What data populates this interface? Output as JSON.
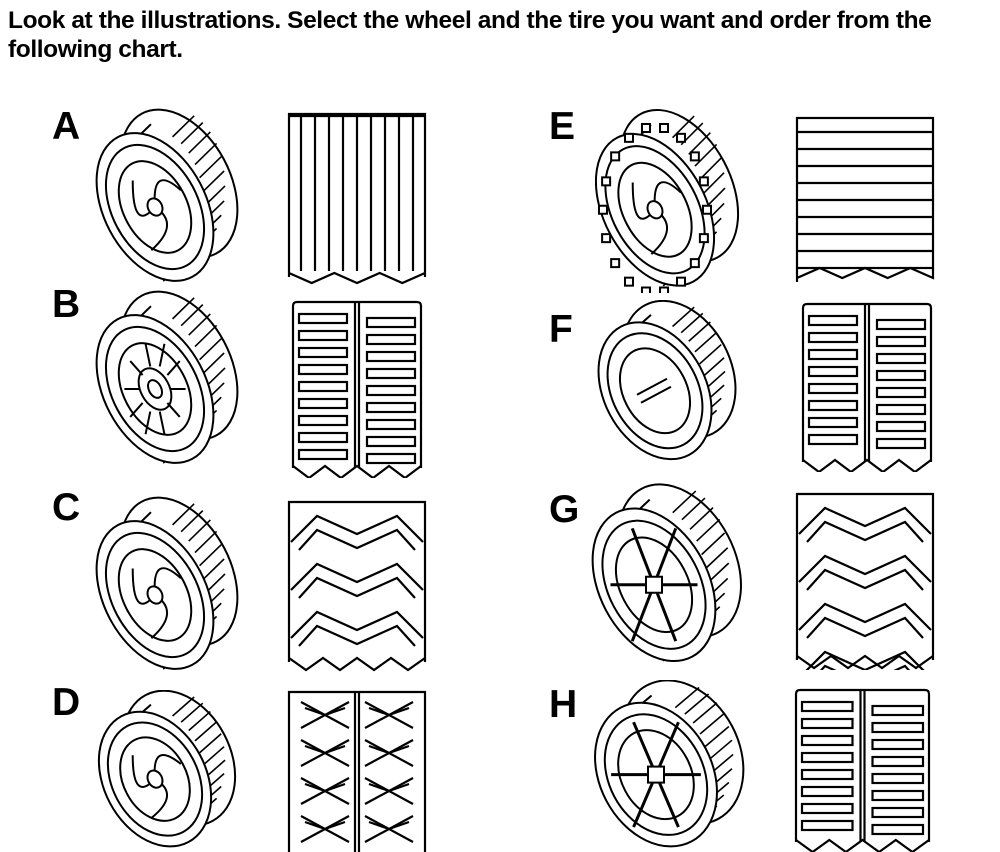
{
  "instructions": "Look at the illustrations. Select the wheel and the tire you want and order from the following chart.",
  "options": [
    {
      "letter": "A",
      "wheel_icon": "tire-wheel-a-icon",
      "tread": "vertical-ribs"
    },
    {
      "letter": "B",
      "wheel_icon": "tire-wheel-b-icon",
      "tread": "split-bars"
    },
    {
      "letter": "C",
      "wheel_icon": "tire-wheel-c-icon",
      "tread": "chevron"
    },
    {
      "letter": "D",
      "wheel_icon": "tire-wheel-d-icon",
      "tread": "knobby-x"
    },
    {
      "letter": "E",
      "wheel_icon": "tire-wheel-e-icon",
      "tread": "horizontal-bars"
    },
    {
      "letter": "F",
      "wheel_icon": "tire-wheel-f-icon",
      "tread": "split-bars"
    },
    {
      "letter": "G",
      "wheel_icon": "tire-wheel-g-icon",
      "tread": "chevron"
    },
    {
      "letter": "H",
      "wheel_icon": "tire-wheel-h-icon",
      "tread": "split-bars"
    }
  ]
}
